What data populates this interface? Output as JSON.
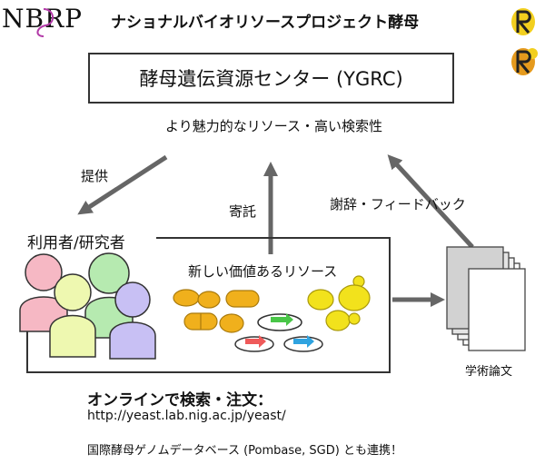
{
  "header": {
    "logo_text": "NBRP",
    "title": "ナショナルバイオリソースプロジェクト酵母"
  },
  "center_box": {
    "label": "酵母遺伝資源センター (YGRC)"
  },
  "labels": {
    "attractive": "より魅力的なリソース・高い検索性",
    "provide": "提供",
    "deposit": "寄託",
    "thanks": "謝辞・フィードバック",
    "users": "利用者/研究者",
    "new_resources": "新しい価値あるリソース",
    "papers": "学術論文"
  },
  "footer": {
    "online": "オンラインで検索・注文：",
    "url": "http://yeast.lab.nig.ac.jp/yeast/",
    "linkage": "国際酵母ゲノムデータベース (Pombase, SGD) とも連携！"
  },
  "colors": {
    "arrow": "#666666",
    "person_pink": "#f6b8c4",
    "person_lime": "#eef8b0",
    "person_green": "#b6eab0",
    "person_purple": "#c8c0f4",
    "yeast_orange": "#f0b01c",
    "yeast_yellow": "#f2e21c",
    "plasmid_green": "#49c648",
    "plasmid_red": "#ef5a5a",
    "plasmid_blue": "#2fa3e0",
    "logo_R_yellow": "#f2cf1e",
    "logo_R_orange": "#e59a1d"
  },
  "icons": [
    "r-logo-icon",
    "r-logo-icon",
    "person-icon",
    "yeast-cell-icon",
    "plasmid-icon",
    "document-stack-icon",
    "arrow-icon"
  ]
}
